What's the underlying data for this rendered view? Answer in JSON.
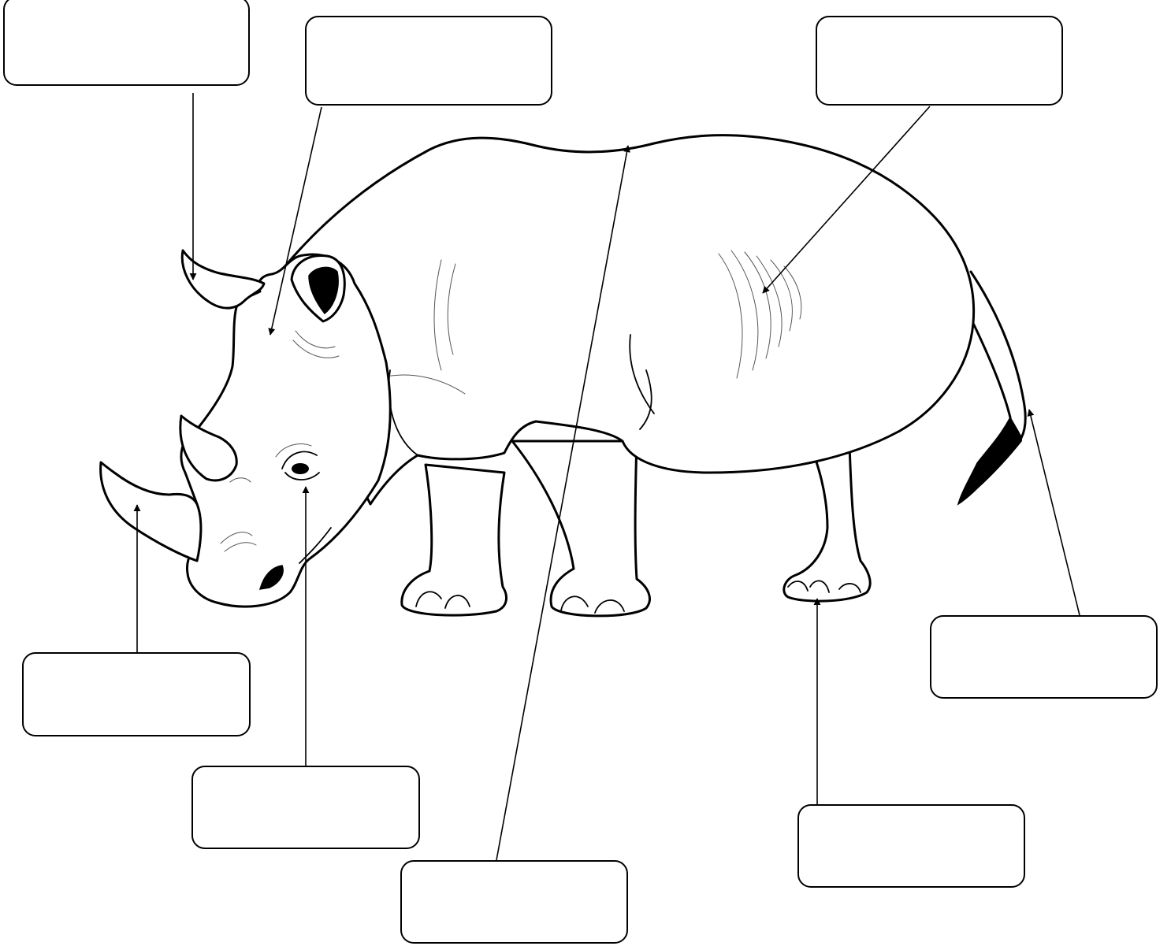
{
  "worksheet": {
    "subject": "rhinoceros",
    "labels": [
      {
        "id": "rear-horn",
        "text": ""
      },
      {
        "id": "head",
        "text": ""
      },
      {
        "id": "skin",
        "text": ""
      },
      {
        "id": "front-horn",
        "text": ""
      },
      {
        "id": "eye",
        "text": ""
      },
      {
        "id": "back",
        "text": ""
      },
      {
        "id": "foot",
        "text": ""
      },
      {
        "id": "tail",
        "text": ""
      }
    ]
  },
  "colors": {
    "line": "#000000",
    "background": "#ffffff"
  }
}
